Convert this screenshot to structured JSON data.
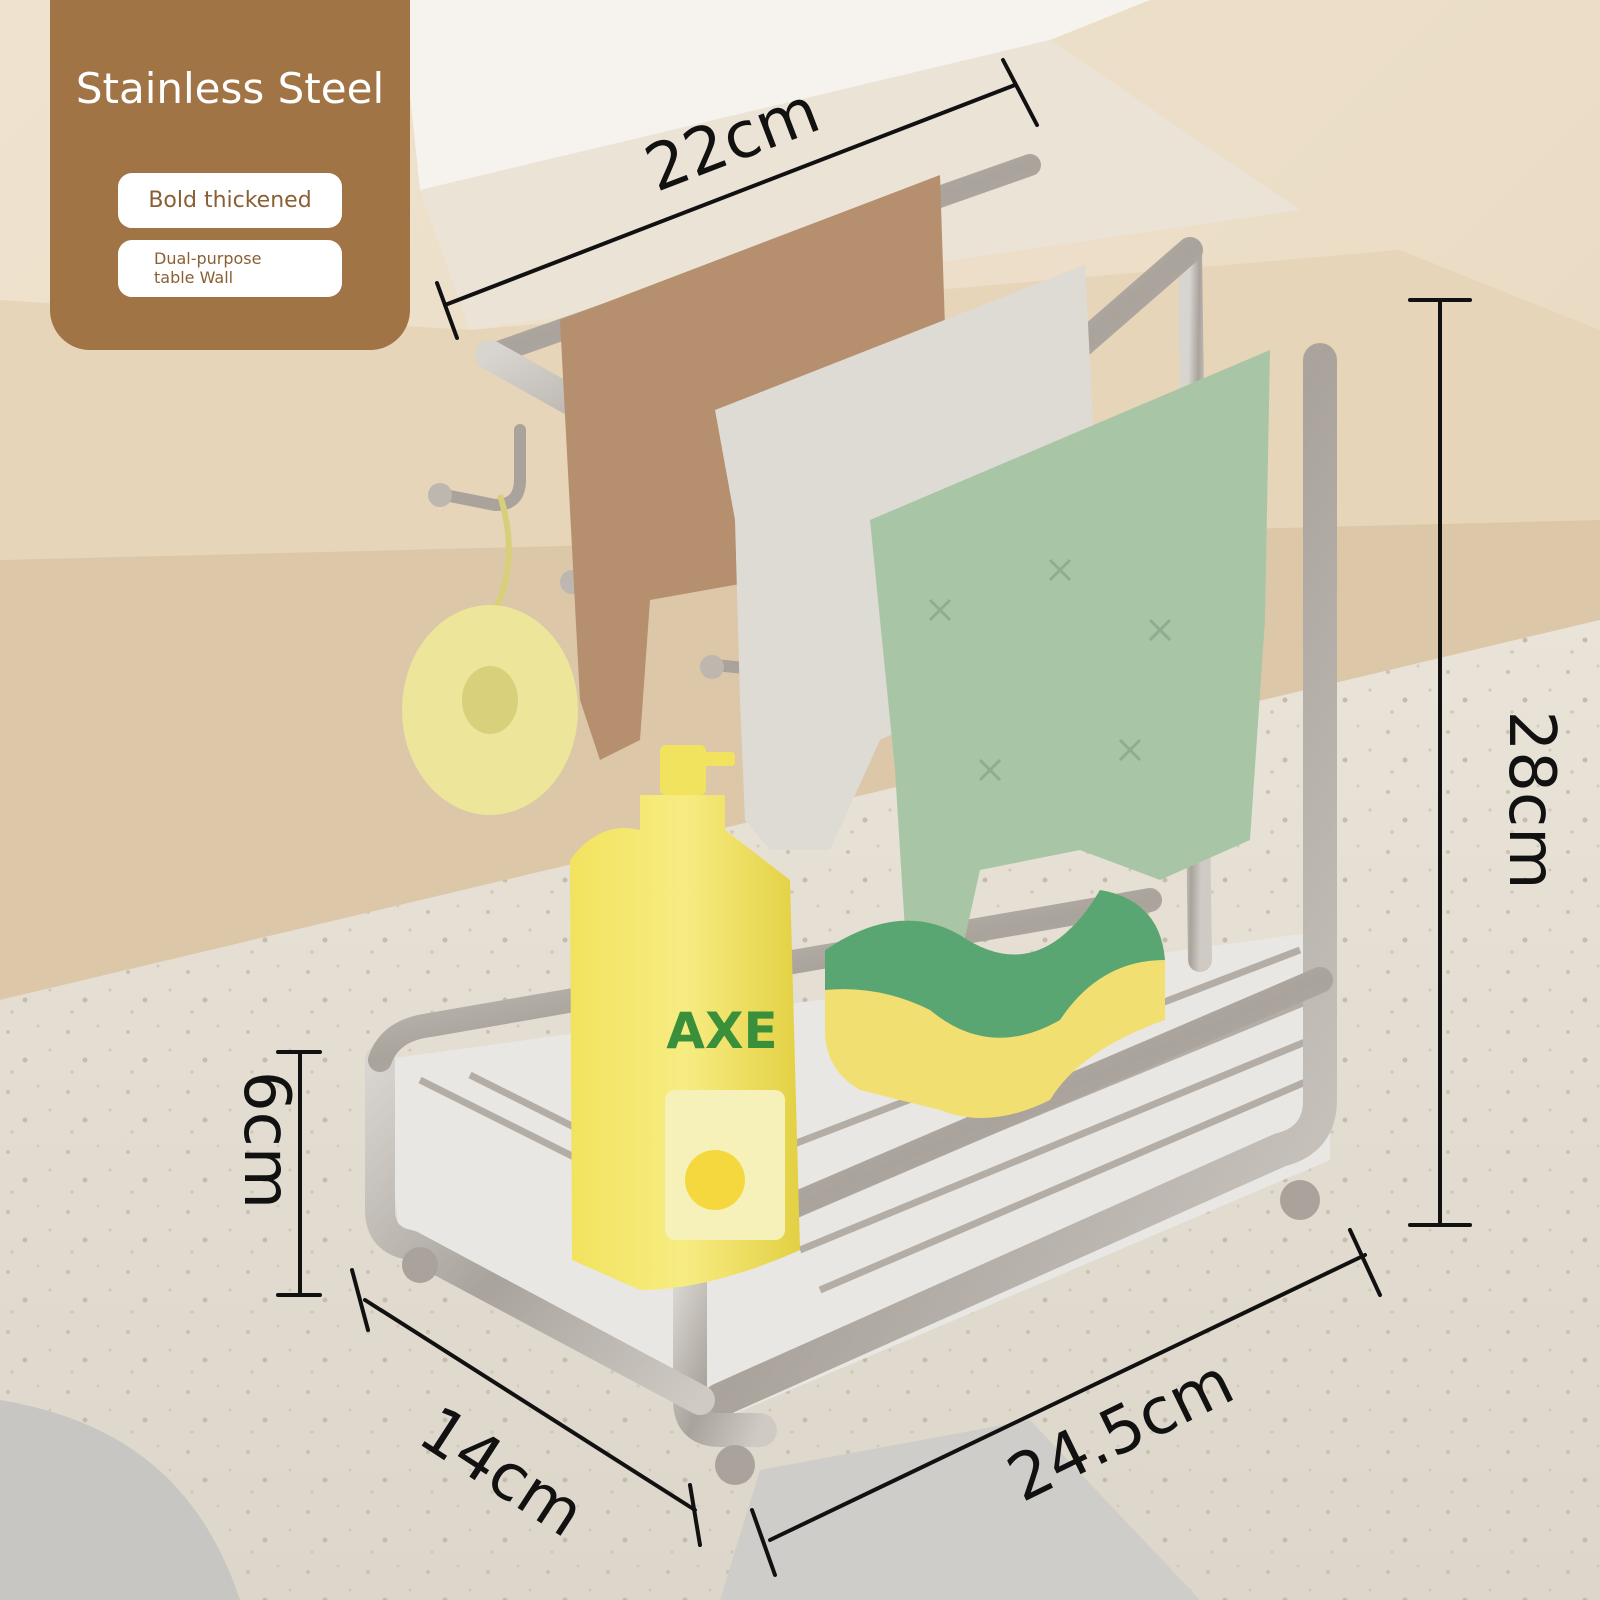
{
  "badge": {
    "title": "Stainless Steel",
    "feature_1": "Bold thickened",
    "feature_2_line_1": "Dual-purpose",
    "feature_2_line_2": "table Wall"
  },
  "dimensions": {
    "width_top": "22cm",
    "height": "28cm",
    "base_height": "6cm",
    "depth": "14cm",
    "length": "24.5cm"
  },
  "product": {
    "bottle_brand": "AXE"
  },
  "colors": {
    "badge_bg": "#a17446",
    "badge_text": "#ffffff",
    "pill_text": "#8a5f33",
    "dimension_line": "#111111",
    "steel": "#b9b4ad"
  }
}
